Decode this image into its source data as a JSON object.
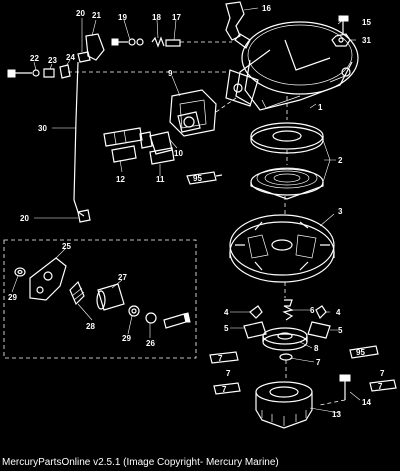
{
  "caption": "MercuryPartsOnline v2.5.1 (Image Copyright- Mercury Marine)",
  "callouts": {
    "c1": "1",
    "c2": "2",
    "c3": "3",
    "c4a": "4",
    "c4b": "4",
    "c5a": "5",
    "c5b": "5",
    "c6": "6",
    "c7a": "7",
    "c7b": "7",
    "c7c": "7",
    "c8": "8",
    "c9": "9",
    "c10": "10",
    "c11": "11",
    "c12": "12",
    "c13": "13",
    "c14": "14",
    "c15": "15",
    "c16": "16",
    "c17": "17",
    "c18": "18",
    "c19": "19",
    "c20a": "20",
    "c20b": "20",
    "c21": "21",
    "c22": "22",
    "c23": "23",
    "c24": "24",
    "c25": "25",
    "c26": "26",
    "c27": "27",
    "c28": "28",
    "c29a": "29",
    "c29b": "29",
    "c30": "30",
    "c31": "31"
  },
  "tube_labels": {
    "t95a": "95",
    "t95b": "95",
    "t7a": "7",
    "t7b": "7",
    "t7c": "7"
  }
}
